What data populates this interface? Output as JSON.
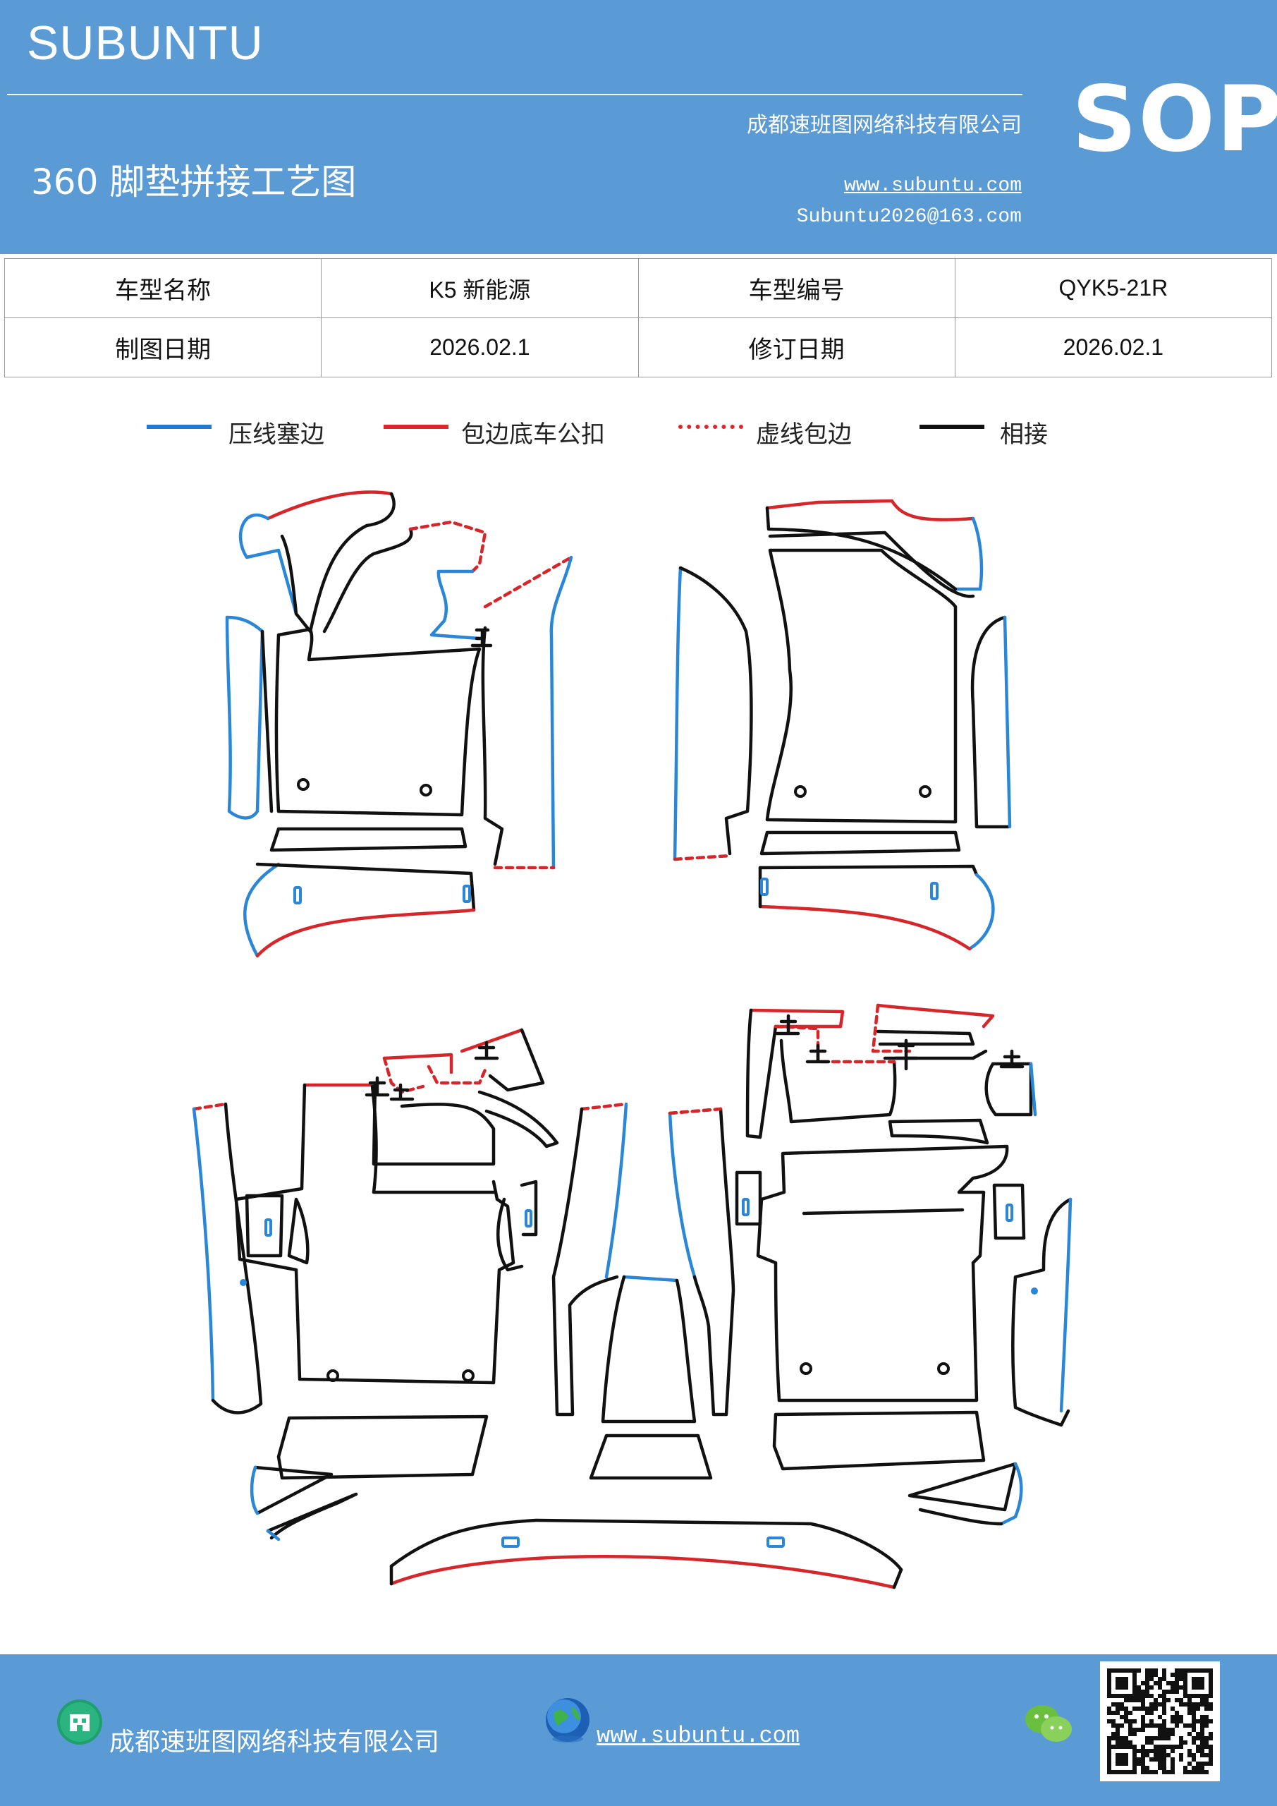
{
  "header": {
    "brand": "SUBUNTU",
    "company": "成都速班图网络科技有限公司",
    "title": "360 脚垫拼接工艺图",
    "website": "www.subuntu.com",
    "email": "Subuntu2026@163.com",
    "badge": "SOP"
  },
  "info": {
    "row1": {
      "label_a": "车型名称",
      "value_a": "K5 新能源",
      "label_b": "车型编号",
      "value_b": "QYK5-21R"
    },
    "row2": {
      "label_a": "制图日期",
      "value_a": "2026.02.1",
      "label_b": "修订日期",
      "value_b": "2026.02.1"
    }
  },
  "legend": [
    {
      "label": "压线塞边",
      "color": "#1f7ad1",
      "style": "solid"
    },
    {
      "label": "包边底车公扣",
      "color": "#e0262a",
      "style": "solid"
    },
    {
      "label": "虚线包边",
      "color": "#e0262a",
      "style": "dotted"
    },
    {
      "label": "相接",
      "color": "#111111",
      "style": "solid"
    }
  ],
  "colors": {
    "header_bg": "#5b9bd5",
    "press_line": "#2a86d6",
    "wrap_edge": "#d6262a",
    "join": "#111111"
  },
  "footer": {
    "company": "成都速班图网络科技有限公司",
    "website": "www.subuntu.com",
    "icons": [
      "building-icon",
      "globe-icon",
      "wechat-icon",
      "qr-code"
    ]
  }
}
